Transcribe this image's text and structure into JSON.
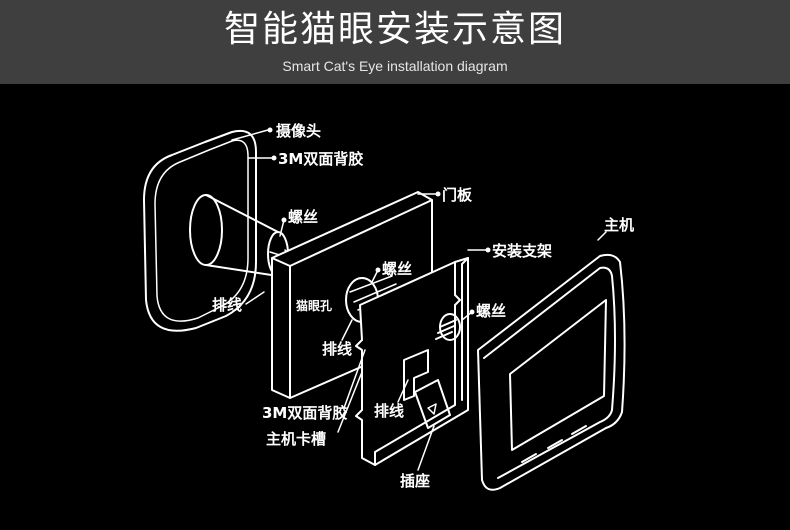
{
  "header": {
    "title": "智能猫眼安装示意图",
    "subtitle": "Smart Cat's Eye installation diagram"
  },
  "labels": {
    "camera": "摄像头",
    "tape_camera": "3M双面背胶",
    "door_plate": "门板",
    "screw_1": "螺丝",
    "host": "主机",
    "screw_2": "螺丝",
    "bracket": "安装支架",
    "cable_1": "排线",
    "peephole": "猫眼孔",
    "screw_3": "螺丝",
    "cable_2": "排线",
    "tape_bracket": "3M双面背胶",
    "cable_3": "排线",
    "host_slot": "主机卡槽",
    "socket": "插座"
  }
}
